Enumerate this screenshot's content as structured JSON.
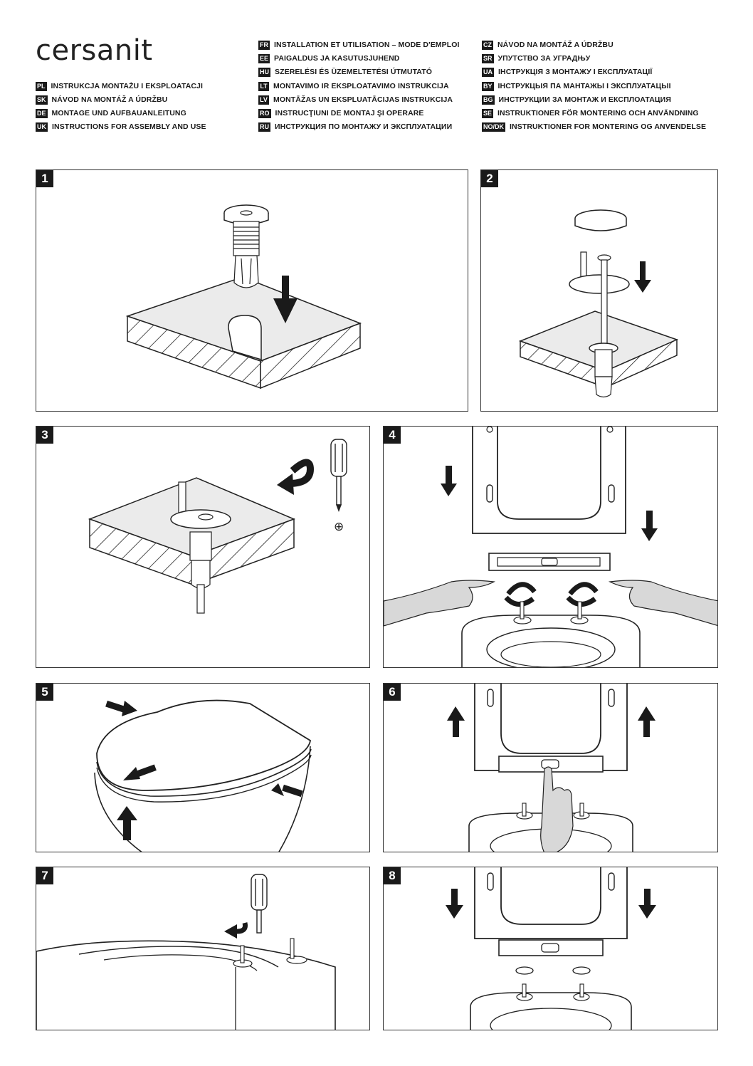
{
  "brand": {
    "logo_text": "cersanit"
  },
  "languages": {
    "col1": [
      {
        "code": "PL",
        "text": "INSTRUKCJA MONTAŻU I EKSPLOATACJI"
      },
      {
        "code": "SK",
        "text": "NÁVOD NA MONTÁŽ A ÚDRŽBU"
      },
      {
        "code": "DE",
        "text": "MONTAGE UND AUFBAUANLEITUNG"
      },
      {
        "code": "UK",
        "text": "INSTRUCTIONS FOR ASSEMBLY AND USE"
      }
    ],
    "col2": [
      {
        "code": "FR",
        "text": "INSTALLATION ET UTILISATION – MODE D'EMPLOI"
      },
      {
        "code": "EE",
        "text": "PAIGALDUS JA KASUTUSJUHEND"
      },
      {
        "code": "HU",
        "text": "SZERELÉSI ÉS ÜZEMELTETÉSI ÚTMUTATÓ"
      },
      {
        "code": "LT",
        "text": "MONTAVIMO IR EKSPLOATAVIMO INSTRUKCIJA"
      },
      {
        "code": "LV",
        "text": "MONTĀŽAS UN EKSPLUATĀCIJAS INSTRUKCIJA"
      },
      {
        "code": "RO",
        "text": "INSTRUCŢIUNI DE MONTAJ ŞI OPERARE"
      },
      {
        "code": "RU",
        "text": "ИНСТРУКЦИЯ ПО МОНТАЖУ И ЭКСПЛУАТАЦИИ"
      }
    ],
    "col3": [
      {
        "code": "CZ",
        "text": "NÁVOD NA MONTÁŽ A ÚDRŽBU"
      },
      {
        "code": "SR",
        "text": "УПУТСТВО ЗА УГРАДЊУ"
      },
      {
        "code": "UA",
        "text": "ІНСТРУКЦІЯ З МОНТАЖУ І ЕКСПЛУАТАЦІЇ"
      },
      {
        "code": "BY",
        "text": "ІНСТРУКЦЫЯ ПА МАНТАЖЫ І ЭКСПЛУАТАЦЫІ"
      },
      {
        "code": "BG",
        "text": "ИНСТРУКЦИИ ЗА МОНТАЖ И ЕКСПЛОАТАЦИЯ"
      },
      {
        "code": "SE",
        "text": "INSTRUKTIONER FÖR MONTERING OCH ANVÄNDNING"
      },
      {
        "code": "NO/DK",
        "text": "INSTRUKTIONER FOR MONTERING OG ANVENDELSE"
      }
    ]
  },
  "steps": [
    "1",
    "2",
    "3",
    "4",
    "5",
    "6",
    "7",
    "8"
  ],
  "colors": {
    "ink": "#1a1a1a",
    "surface": "#ebebeb",
    "skin": "#d8d8d8"
  },
  "icons": {
    "phillips": "⊕"
  }
}
